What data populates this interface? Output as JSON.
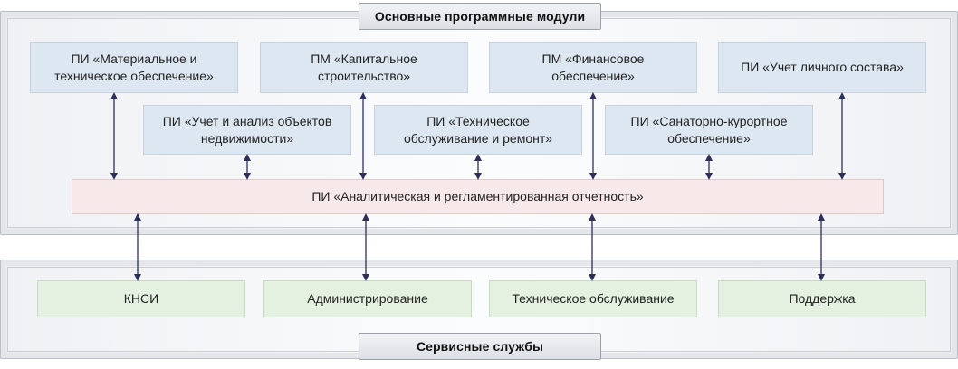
{
  "headers": {
    "top": "Основные программные модули",
    "bottom": "Сервисные службы"
  },
  "modules": {
    "m1": "ПИ «Материальное и техническое обеспечение»",
    "m2": "ПМ «Капитальное строительство»",
    "m3": "ПМ «Финансовое обеспечение»",
    "m4": "ПИ «Учет личного состава»",
    "m5": "ПИ «Учет и анализ объектов недвижимости»",
    "m6": "ПИ «Техническое обслуживание и ремонт»",
    "m7": "ПИ «Санаторно-курортное обеспечение»",
    "reporting": "ПИ «Аналитическая и регламентированная отчетность»"
  },
  "services": [
    "КНСИ",
    "Администрирование",
    "Техническое обслуживание",
    "Поддержка"
  ],
  "colors": {
    "module_box": "#dde7f1",
    "reporting_box": "#f7e9e9",
    "service_box": "#e4f1e1",
    "arrow": "#2c2f5a"
  }
}
